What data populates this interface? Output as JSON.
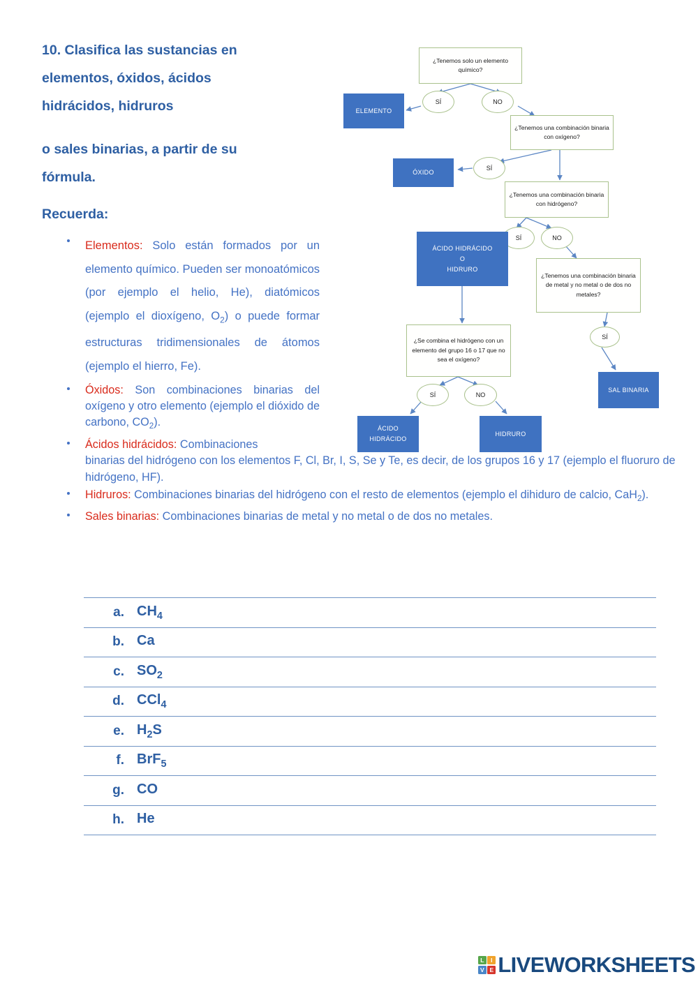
{
  "heading": {
    "lines": [
      "10. Clasifica las sustancias en",
      "elementos, óxidos, ácidos",
      "hidrácidos, hidruros"
    ],
    "lines2": [
      "o sales binarias, a partir de su",
      "fórmula."
    ],
    "recuerda": "Recuerda:"
  },
  "bullets": [
    {
      "term": "Elementos:",
      "body": " Solo están formados por un elemento químico. Pueden ser monoatómicos (por ejemplo el helio, He), diatómicos (ejemplo el dioxígeno, O2) o puede formar estructuras tridimensionales de átomos (ejemplo el hierro, Fe)."
    },
    {
      "term": "Óxidos:",
      "body": " Son combinaciones binarias del oxígeno y otro elemento (ejemplo el dióxido de carbono, CO2)."
    },
    {
      "term": "Ácidos hidrácidos:",
      "body": " Combinaciones binarias del hidrógeno con los elementos F, Cl, Br, I, S, Se y Te, es decir, de los grupos 16 y 17 (ejemplo el fluoruro de hidrógeno, HF)."
    },
    {
      "term": "Hidruros:",
      "body": " Combinaciones binarias del hidrógeno con el resto de elementos (ejemplo el dihiduro de calcio, CaH2)."
    },
    {
      "term": "Sales binarias:",
      "body": " Combinaciones binarias de metal y no metal o de dos no metales."
    }
  ],
  "flowchart": {
    "questions": {
      "q1": "¿Tenemos solo un elemento químico?",
      "q2": "¿Tenemos una combinación binaria con oxígeno?",
      "q3": "¿Tenemos una combinación binaria con hidrógeno?",
      "q4": "¿Tenemos una combinación binaria de metal y no metal o de dos no metales?",
      "q5": "¿Se combina el hidrógeno con un elemento del grupo 16 o 17 que no sea el oxígeno?"
    },
    "branches": {
      "q1_yes": "SÍ",
      "q1_no": "NO",
      "q2_yes": "SÍ",
      "q3_yes": "SÍ",
      "q3_no": "NO",
      "q4_yes": "SÍ",
      "q5_yes": "SÍ",
      "q5_no": "NO"
    },
    "results": {
      "elemento": "ELEMENTO",
      "oxido": "ÓXIDO",
      "acido_o_hidruro_l1": "ÁCIDO HIDRÁCIDO",
      "acido_o_hidruro_l2": "O",
      "acido_o_hidruro_l3": "HIDRURO",
      "acido_hidracido_l1": "ÁCIDO",
      "acido_hidracido_l2": "HIDRÁCIDO",
      "hidruro": "HIDRURO",
      "sal_binaria": "SAL BINARIA"
    },
    "colors": {
      "result_fill": "#3f72c1",
      "question_border": "#a9c18c",
      "arrow": "#5b86c4"
    }
  },
  "answers": [
    {
      "letter": "a.",
      "formula": "CH4",
      "base": "CH",
      "sub": "4"
    },
    {
      "letter": "b.",
      "formula": "Ca",
      "base": "Ca",
      "sub": ""
    },
    {
      "letter": "c.",
      "formula": "SO2",
      "base": "SO",
      "sub": "2"
    },
    {
      "letter": "d.",
      "formula": "CCl4",
      "base": "CCl",
      "sub": "4"
    },
    {
      "letter": "e.",
      "formula": "H2S",
      "base": "H",
      "sub": "2",
      "tail": "S"
    },
    {
      "letter": "f.",
      "formula": "BrF5",
      "base": "BrF",
      "sub": "5"
    },
    {
      "letter": "g.",
      "formula": "CO",
      "base": "CO",
      "sub": ""
    },
    {
      "letter": "h.",
      "formula": "He",
      "base": "He",
      "sub": ""
    }
  ],
  "logo": {
    "cells": [
      {
        "letter": "L",
        "color": "#57a64a"
      },
      {
        "letter": "I",
        "color": "#f0a32c"
      },
      {
        "letter": "V",
        "color": "#4a86c8"
      },
      {
        "letter": "E",
        "color": "#d6352b"
      }
    ],
    "word": "LIVEWORKSHEETS",
    "word_color": "#19497e"
  }
}
